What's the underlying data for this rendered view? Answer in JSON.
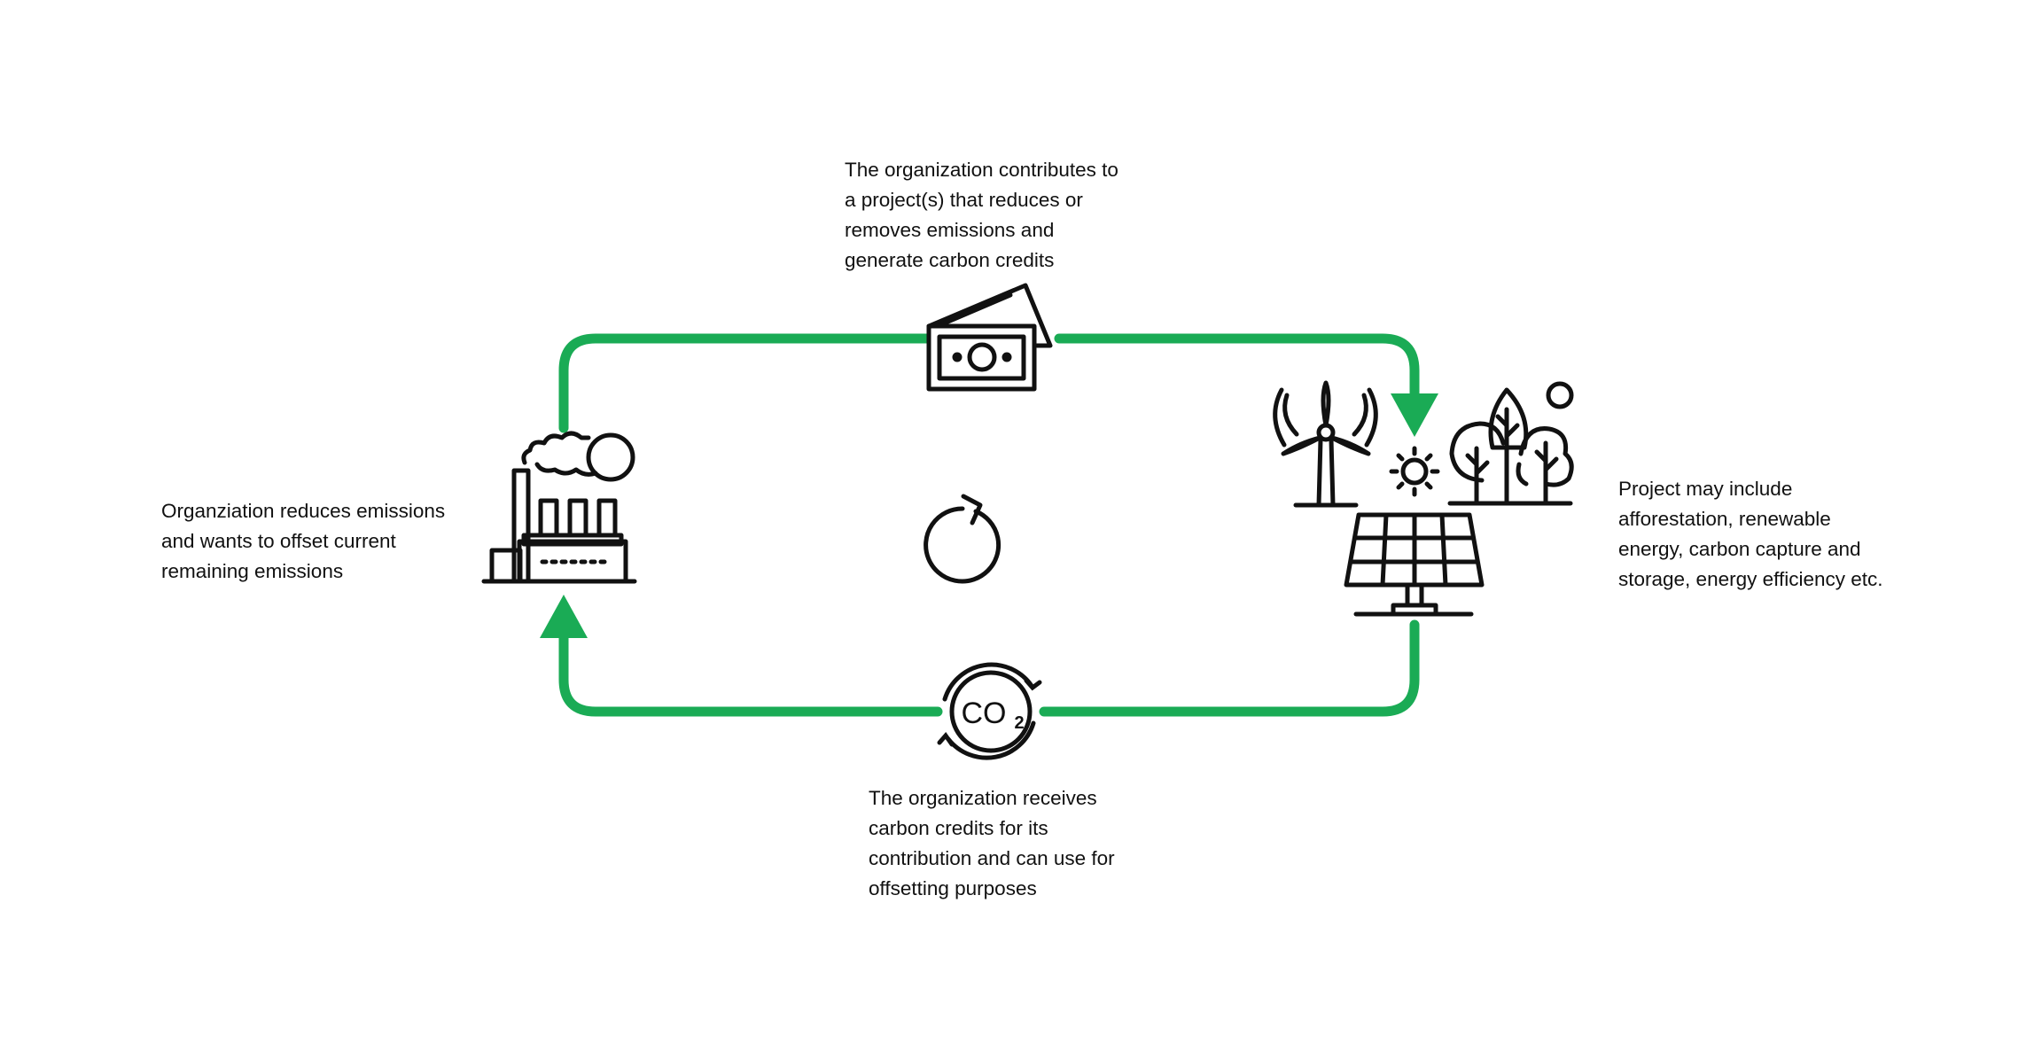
{
  "colors": {
    "cycle_green": "#1aab55",
    "icon_stroke": "#111111",
    "background": "#ffffff"
  },
  "captions": {
    "contribute": [
      "The organization contributes to",
      "a project(s) that reduces or",
      "removes emissions and",
      "generate carbon credits"
    ],
    "organization": [
      "Organziation reduces emissions",
      "and wants to offset current",
      "remaining emissions"
    ],
    "project": [
      "Project may include",
      "afforestation, renewable",
      "energy, carbon capture and",
      "storage, energy efficiency etc."
    ],
    "credits": [
      "The organization receives",
      "carbon credits for its",
      "contribution and can use for",
      "offsetting purposes"
    ]
  },
  "icons": {
    "money": "banknote-icon",
    "factory": "factory-icon",
    "project": "renewable-energy-and-trees-icon",
    "credits": "co2-credit-icon",
    "cycle": "refresh-cycle-icon"
  },
  "co2_label": "CO",
  "co2_subscript": "2"
}
